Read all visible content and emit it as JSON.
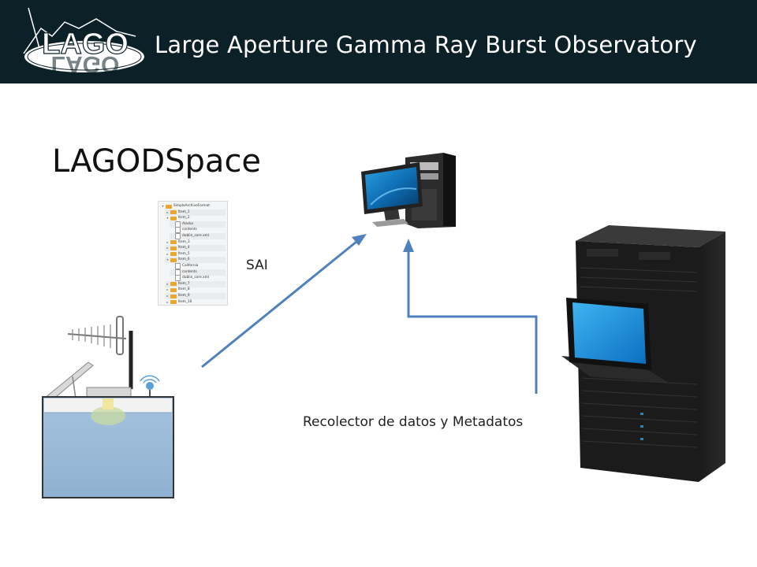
{
  "header": {
    "title": "Large Aperture Gamma Ray Burst Observatory",
    "logo_text": "LAGO",
    "background": "#0c2028"
  },
  "slide": {
    "title": "LAGODSpace"
  },
  "labels": {
    "sai": "SAI",
    "collector": "Recolector de datos y Metadatos"
  },
  "arrow_color": "#4f81bd",
  "file_tree": [
    {
      "label": "SimpleArchiveFormat",
      "level": 0,
      "type": "folder",
      "expanded": true
    },
    {
      "label": "Item_1",
      "level": 1,
      "type": "folder",
      "expanded": false
    },
    {
      "label": "Item_2",
      "level": 1,
      "type": "folder",
      "expanded": true
    },
    {
      "label": "Alaska",
      "level": 2,
      "type": "file"
    },
    {
      "label": "contents",
      "level": 2,
      "type": "file"
    },
    {
      "label": "dublin_core.xml",
      "level": 2,
      "type": "file"
    },
    {
      "label": "Item_3",
      "level": 1,
      "type": "folder",
      "expanded": false
    },
    {
      "label": "Item_4",
      "level": 1,
      "type": "folder",
      "expanded": false
    },
    {
      "label": "Item_5",
      "level": 1,
      "type": "folder",
      "expanded": false
    },
    {
      "label": "Item_6",
      "level": 1,
      "type": "folder",
      "expanded": true
    },
    {
      "label": "California",
      "level": 2,
      "type": "file"
    },
    {
      "label": "contents",
      "level": 2,
      "type": "file"
    },
    {
      "label": "dublin_core.xml",
      "level": 2,
      "type": "file"
    },
    {
      "label": "Item_7",
      "level": 1,
      "type": "folder",
      "expanded": false
    },
    {
      "label": "Item_8",
      "level": 1,
      "type": "folder",
      "expanded": false
    },
    {
      "label": "Item_9",
      "level": 1,
      "type": "folder",
      "expanded": false
    },
    {
      "label": "Item_10",
      "level": 1,
      "type": "folder",
      "expanded": false
    }
  ]
}
